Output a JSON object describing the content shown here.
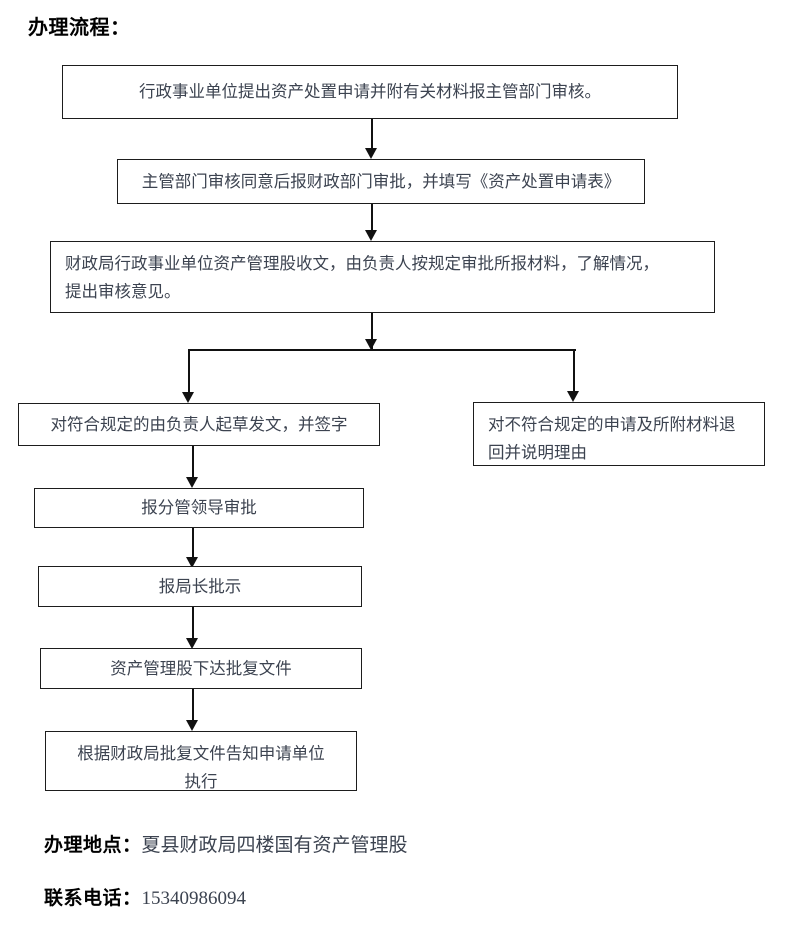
{
  "page": {
    "title": "办理流程："
  },
  "flow": {
    "boxes": [
      {
        "id": "apply",
        "text": "行政事业单位提出资产处置申请并附有关材料报主管部门审核。"
      },
      {
        "id": "review",
        "text": "主管部门审核同意后报财政部门审批，并填写《资产处置申请表》"
      },
      {
        "id": "receive",
        "text": "财政局行政事业单位资产管理股收文，由负责人按规定审批所报材料，了解情况，\n提出审核意见。"
      },
      {
        "id": "conform",
        "text": "对符合规定的由负责人起草发文，并签字"
      },
      {
        "id": "nonconform",
        "text": "对不符合规定的申请及所附材料退\n回并说明理由"
      },
      {
        "id": "deputy",
        "text": "报分管领导审批"
      },
      {
        "id": "director",
        "text": "报局长批示"
      },
      {
        "id": "issue-reply",
        "text": "资产管理股下达批复文件"
      },
      {
        "id": "notify-unit",
        "text": "根据财政局批复文件告知申请单位\n执行"
      }
    ]
  },
  "footer": {
    "location_label": "办理地点：",
    "location_value": "夏县财政局四楼国有资产管理股",
    "phone_label": "联系电话：",
    "phone_value": "15340986094"
  },
  "colors": {
    "line": "#111111",
    "box_border": "#1d1d1d",
    "box_text": "#3c4350",
    "heading": "#000000",
    "background": "#ffffff"
  }
}
